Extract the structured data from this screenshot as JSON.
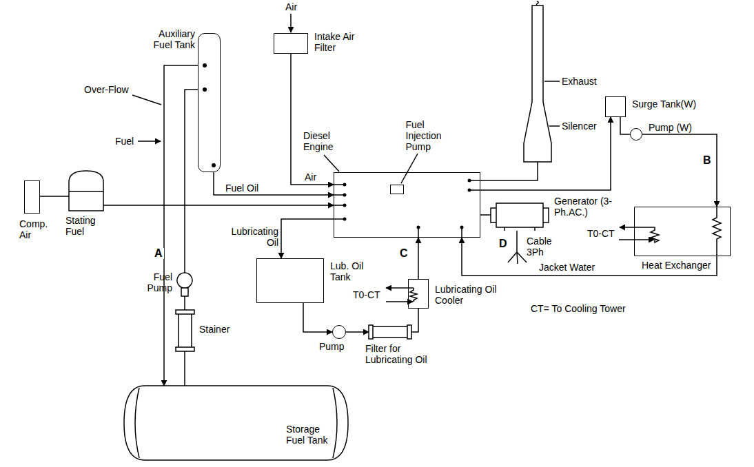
{
  "diagram": {
    "nodes": [
      {
        "text": [
          "Auxiliary Fuel Tank"
        ]
      },
      {
        "text": [
          "Intake Air Filter"
        ]
      },
      {
        "text": [
          "Diesel Engine"
        ]
      },
      {
        "text": [
          "Fuel Injection Pump"
        ],
        "in": 2
      },
      {
        "text": [
          "Exhaust",
          "Silencer"
        ]
      },
      {
        "text": [
          "Surge Tank(W)"
        ]
      },
      {
        "text": [
          "Pump (W)"
        ]
      },
      {
        "text": [
          "Generator (3-Ph.AC.)"
        ]
      },
      {
        "text": [
          "Heat Exchanger"
        ]
      },
      {
        "text": [
          "Comp. Air"
        ]
      },
      {
        "text": [
          "Stating Fuel"
        ]
      },
      {
        "text": [
          "Fuel Pump"
        ]
      },
      {
        "text": [
          "Stainer"
        ]
      },
      {
        "text": [
          "Storage Fuel Tank"
        ]
      },
      {
        "text": [
          "Lub. Oil Tank"
        ]
      },
      {
        "text": [
          "Pump"
        ]
      },
      {
        "text": [
          "Filter for Lubricating Oil"
        ]
      },
      {
        "text": [
          "Lubricating Oil Cooler"
        ]
      }
    ],
    "edges": [
      {
        "from": 1,
        "to": 2,
        "arrow": "to",
        "label": "Air"
      },
      {
        "from": 0,
        "to": 2,
        "arrow": "to",
        "label": "Fuel Oil"
      },
      {
        "from": 9,
        "to": 10,
        "arrow": "none"
      },
      {
        "from": 10,
        "to": 2,
        "arrow": "to"
      },
      {
        "from": 13,
        "to": 12,
        "arrow": "none"
      },
      {
        "from": 12,
        "to": 11,
        "arrow": "none"
      },
      {
        "from": 11,
        "to": 0,
        "arrow": "none"
      },
      {
        "from": 0,
        "to": 13,
        "arrow": "to"
      },
      {
        "from": 2,
        "to": 4,
        "arrow": "none"
      },
      {
        "from": 2,
        "to": 5,
        "arrow": "to"
      },
      {
        "from": 5,
        "to": 6,
        "arrow": "none"
      },
      {
        "from": 6,
        "to": 8,
        "arrow": "to"
      },
      {
        "from": 8,
        "to": 2,
        "arrow": "to",
        "label": "Jacket Water"
      },
      {
        "from": 2,
        "to": 14,
        "arrow": "to",
        "label": "Lubricating Oil"
      },
      {
        "from": 14,
        "to": 15,
        "arrow": "to"
      },
      {
        "from": 15,
        "to": 16,
        "arrow": "to"
      },
      {
        "from": 16,
        "to": 17,
        "arrow": "none"
      },
      {
        "from": 17,
        "to": 2,
        "arrow": "to"
      }
    ],
    "labels": [
      "Air",
      "Over-Flow",
      "Fuel",
      "A",
      "B",
      "C",
      "D",
      "T0-CT",
      "T0-CT",
      "Cable 3Ph",
      "CT= To Cooling Tower"
    ]
  }
}
